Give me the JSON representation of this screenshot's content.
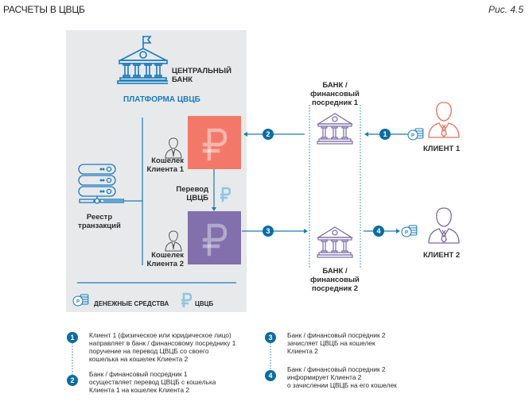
{
  "header": {
    "title": "РАСЧЕТЫ В ЦВЦБ",
    "figure_label": "Рис. 4.5"
  },
  "central_bank": {
    "label_line1": "ЦЕНТРАЛЬНЫЙ",
    "label_line2": "БАНК",
    "platform_label": "ПЛАТФОРМА ЦВЦБ"
  },
  "registry": {
    "label_line1": "Реестр",
    "label_line2": "транзакций"
  },
  "wallet1": {
    "label_line1": "Кошелек",
    "label_line2": "Клиента 1",
    "color": "#f2796a"
  },
  "wallet2": {
    "label_line1": "Кошелек",
    "label_line2": "Клиента 2",
    "color": "#8170ab"
  },
  "transfer": {
    "label_line1": "Перевод",
    "label_line2": "ЦВЦБ"
  },
  "bank1": {
    "line1": "БАНК /",
    "line2": "финансовый",
    "line3": "посредник 1"
  },
  "bank2": {
    "line1": "БАНК /",
    "line2": "финансовый",
    "line3": "посредник 2"
  },
  "client1": {
    "label": "КЛИЕНТ 1",
    "color": "#e8705f"
  },
  "client2": {
    "label": "КЛИЕНТ 2",
    "color": "#7a6aa8"
  },
  "steps": [
    "1",
    "2",
    "3",
    "4"
  ],
  "legend": {
    "money_label": "ДЕНЕЖНЫЕ СРЕДСТВА",
    "cbdc_label": "ЦВЦБ"
  },
  "notes": [
    {
      "num": "1",
      "lines": [
        "Клиент 1 (физическое или юридическое лицо)",
        "направляет в банк / финансовому посреднику 1",
        "поручение на перевод ЦВЦБ со своего",
        "кошелька на кошелек Клиента 2"
      ]
    },
    {
      "num": "2",
      "lines": [
        "Банк / финансовый посредник 1",
        "осуществляет перевод ЦВЦБ с кошелька",
        "Клиента 1 на кошелек Клиента 2"
      ]
    },
    {
      "num": "3",
      "lines": [
        "Банк / финансовый посредник 2",
        "зачисляет ЦВЦБ на кошелек",
        "Клиента 2"
      ]
    },
    {
      "num": "4",
      "lines": [
        "Банк / финансовый посредник 2",
        "информирует Клиента 2",
        "о зачислении ЦВЦБ на его кошелек"
      ]
    }
  ],
  "colors": {
    "accent_blue": "#1a7bbd",
    "dark_blue": "#0e6c9f",
    "panel_gray": "#e8e9eb",
    "bank_icon": "#7a6aa8"
  }
}
